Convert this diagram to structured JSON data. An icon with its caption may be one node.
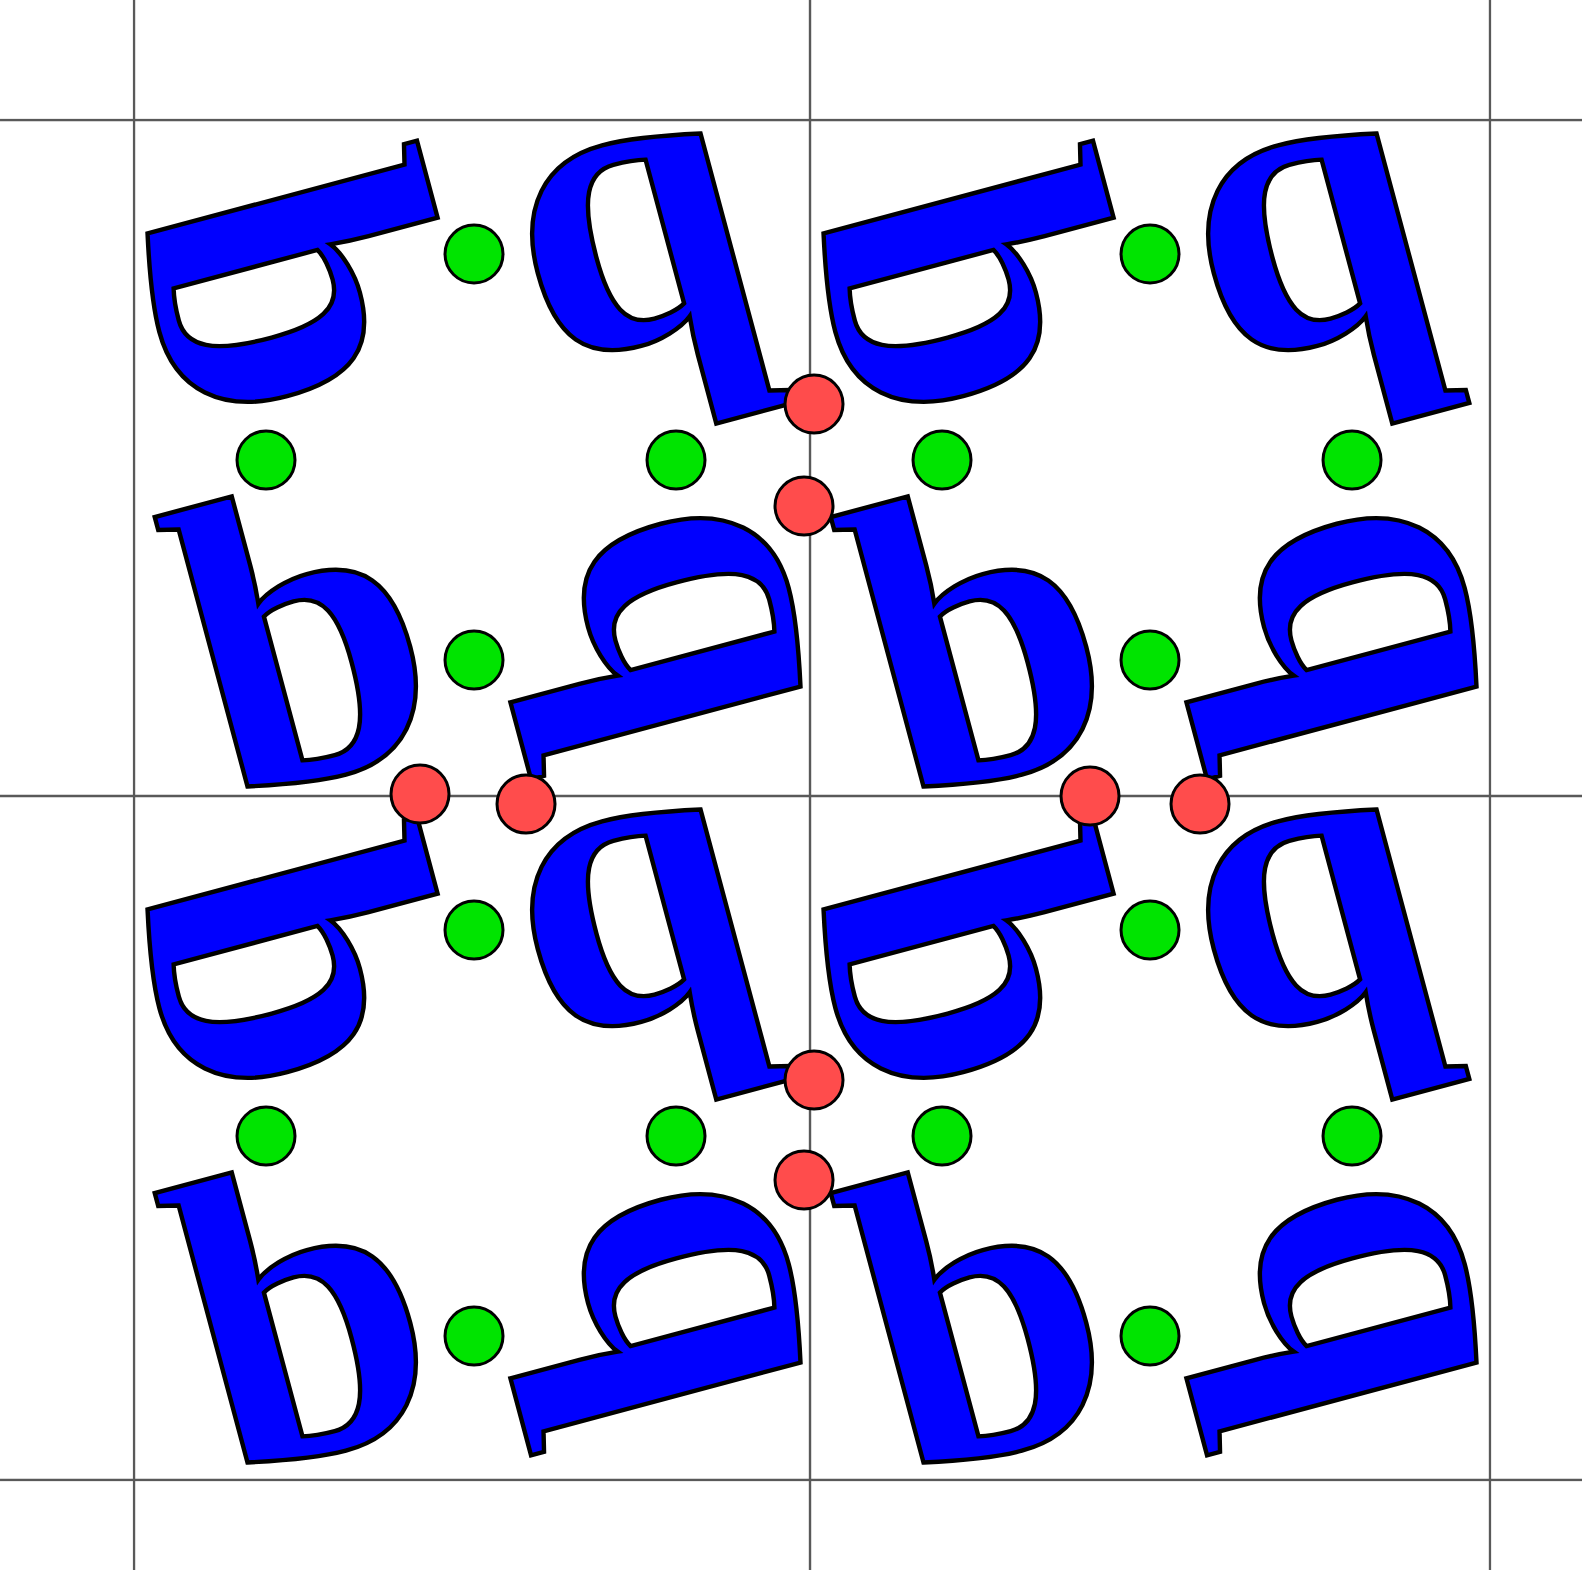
{
  "diagram": {
    "labels": [
      "b",
      "b",
      "b",
      "b",
      "b",
      "b",
      "b",
      "b",
      "b",
      "b",
      "b",
      "b",
      "b",
      "b",
      "b",
      "b"
    ]
  }
}
